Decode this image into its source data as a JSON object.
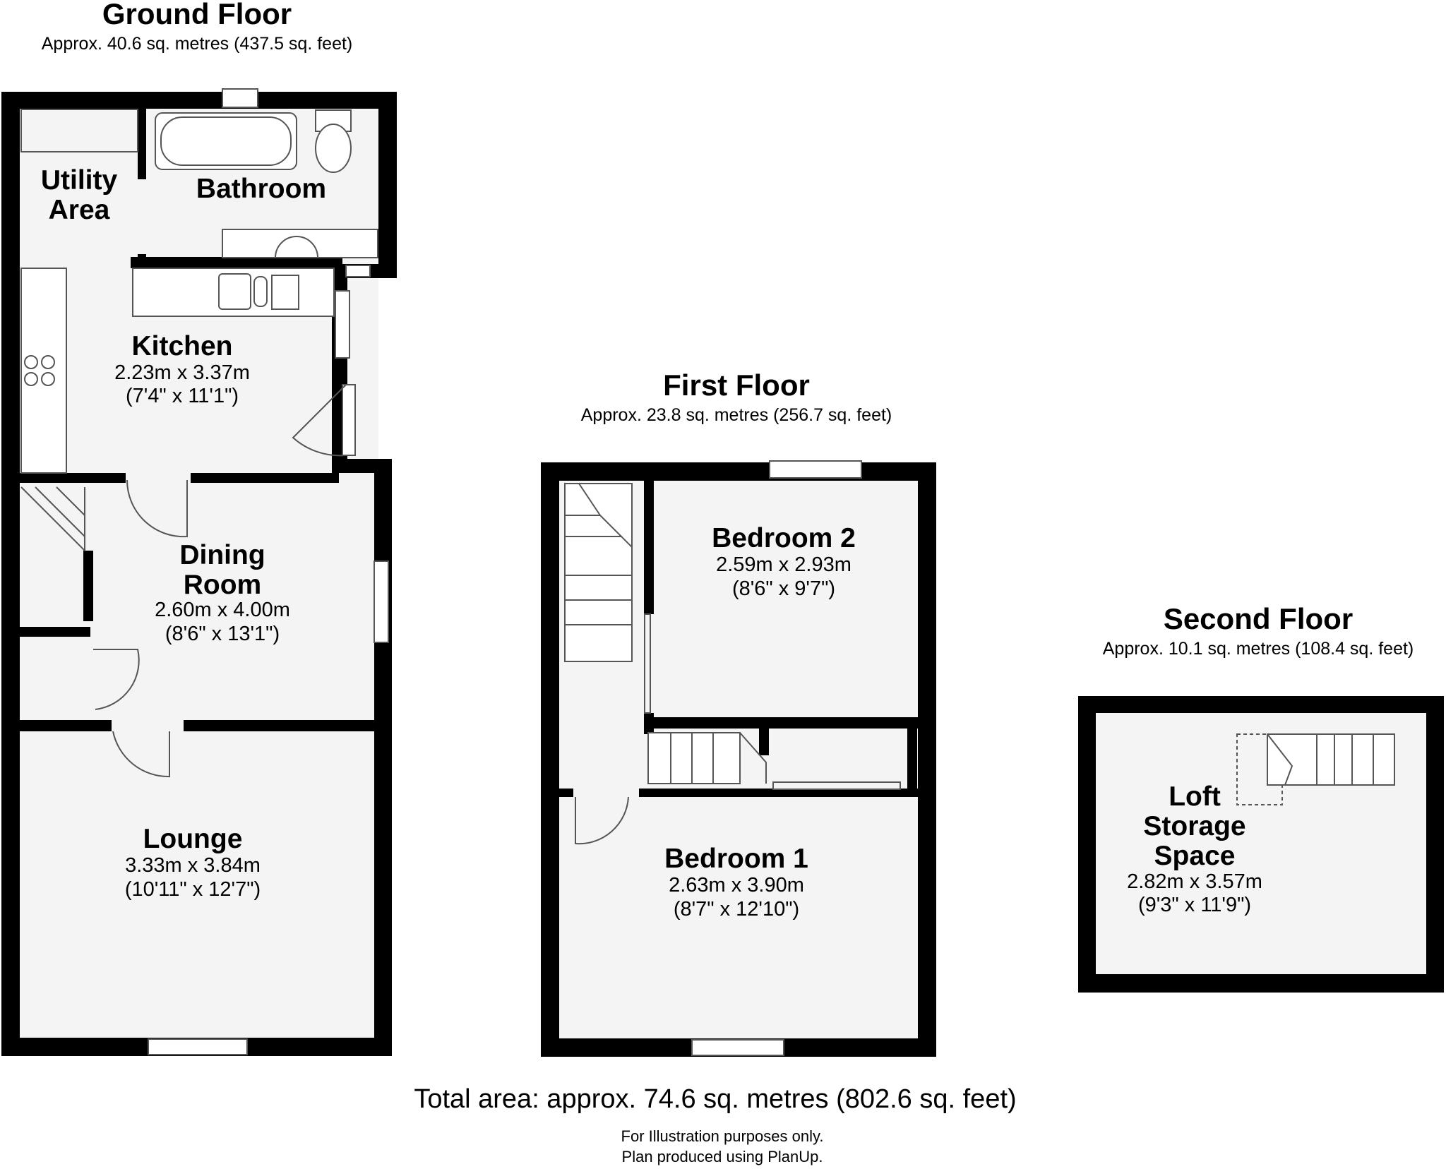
{
  "ground_floor": {
    "title": "Ground Floor",
    "area": "Approx. 40.6 sq. metres (437.5 sq. feet)",
    "rooms": {
      "utility": {
        "name_lines": [
          "Utility",
          "Area"
        ]
      },
      "bathroom": {
        "name_lines": [
          "Bathroom"
        ]
      },
      "kitchen": {
        "name_lines": [
          "Kitchen"
        ],
        "dim_m": "2.23m x 3.37m",
        "dim_ft": "(7'4\" x 11'1\")"
      },
      "dining": {
        "name_lines": [
          "Dining",
          "Room"
        ],
        "dim_m": "2.60m x 4.00m",
        "dim_ft": "(8'6\" x 13'1\")"
      },
      "lounge": {
        "name_lines": [
          "Lounge"
        ],
        "dim_m": "3.33m x 3.84m",
        "dim_ft": "(10'11\" x 12'7\")"
      }
    }
  },
  "first_floor": {
    "title": "First Floor",
    "area": "Approx. 23.8 sq. metres (256.7 sq. feet)",
    "rooms": {
      "bedroom2": {
        "name_lines": [
          "Bedroom 2"
        ],
        "dim_m": "2.59m x 2.93m",
        "dim_ft": "(8'6\" x 9'7\")"
      },
      "bedroom1": {
        "name_lines": [
          "Bedroom 1"
        ],
        "dim_m": "2.63m x 3.90m",
        "dim_ft": "(8'7\" x 12'10\")"
      }
    }
  },
  "second_floor": {
    "title": "Second Floor",
    "area": "Approx. 10.1 sq. metres (108.4 sq. feet)",
    "rooms": {
      "loft": {
        "name_lines": [
          "Loft",
          "Storage",
          "Space"
        ],
        "dim_m": "2.82m x 3.57m",
        "dim_ft": "(9'3\" x 11'9\")"
      }
    }
  },
  "footer": {
    "total": "Total area: approx. 74.6 sq. metres (802.6 sq. feet)",
    "note1": "For Illustration purposes only.",
    "note2": "Plan produced using PlanUp."
  },
  "colors": {
    "wall": "#000000",
    "floor": "#f4f4f4"
  }
}
